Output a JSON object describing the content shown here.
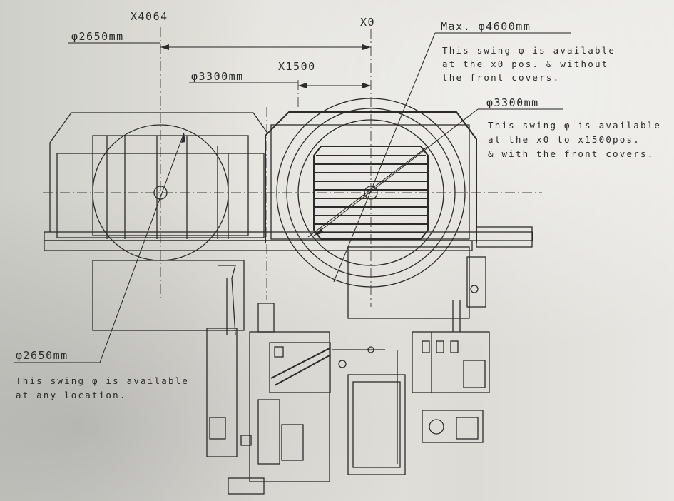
{
  "labels": {
    "x4064": "X4064",
    "x0": "X0",
    "x1500": "X1500",
    "phi2650_top": "φ2650mm",
    "phi3300_left": "φ3300mm",
    "max4600": "Max. φ4600mm",
    "phi3300_right": "φ3300mm",
    "phi2650_bottom": "φ2650mm"
  },
  "notes": {
    "max_line1": "This swing φ is available",
    "max_line2": "at the x0 pos. & without",
    "max_line3": "the front covers.",
    "mid_line1": "This swing φ is available",
    "mid_line2": "at the x0 to x1500pos.",
    "mid_line3": "& with the front covers.",
    "any_line1": "This swing φ is available",
    "any_line2": "at any location."
  },
  "colors": {
    "ink": "#2b2b2b",
    "plate": "#dcdbd6"
  }
}
